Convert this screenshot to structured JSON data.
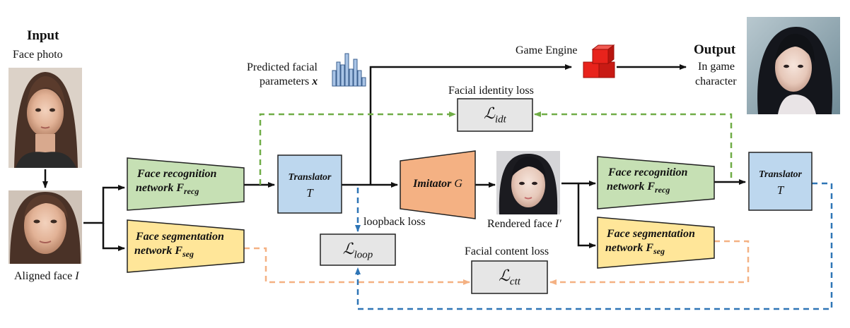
{
  "input": {
    "heading": "Input",
    "subtitle": "Face photo"
  },
  "aligned_face": {
    "label": "Aligned face",
    "symbol": "I"
  },
  "face_recognition": {
    "line1": "Face recognition",
    "line2_prefix": "network",
    "sym": "F",
    "sub": "recg"
  },
  "face_segmentation": {
    "line1": "Face segmentation",
    "line2_prefix": "network",
    "sym": "F",
    "sub": "seg"
  },
  "translator": {
    "title": "Translator",
    "symbol": "T"
  },
  "predicted": {
    "line1": "Predicted facial",
    "line2": "parameters",
    "symbol": "x"
  },
  "game_engine": {
    "label": "Game Engine"
  },
  "output": {
    "heading": "Output",
    "line1": "In game",
    "line2": "character"
  },
  "imitator": {
    "label": "Imitator",
    "symbol": "G"
  },
  "rendered": {
    "label": "Rendered face",
    "symbol": "I′"
  },
  "losses": {
    "identity": {
      "title": "Facial identity loss",
      "sub": "idt"
    },
    "loop": {
      "title": "loopback loss",
      "sub": "loop"
    },
    "content": {
      "title": "Facial content loss",
      "sub": "ctt"
    },
    "script_L": "ℒ"
  },
  "colors": {
    "green": "#c6e0b4",
    "yellow": "#ffe699",
    "blue": "#bdd7ee",
    "orange": "#f4b183",
    "gray": "#e6e6e6",
    "green_dash": "#70ad47",
    "orange_dash": "#f4b183",
    "blue_dash": "#2e75b6",
    "engine_red": "#e8231c"
  }
}
